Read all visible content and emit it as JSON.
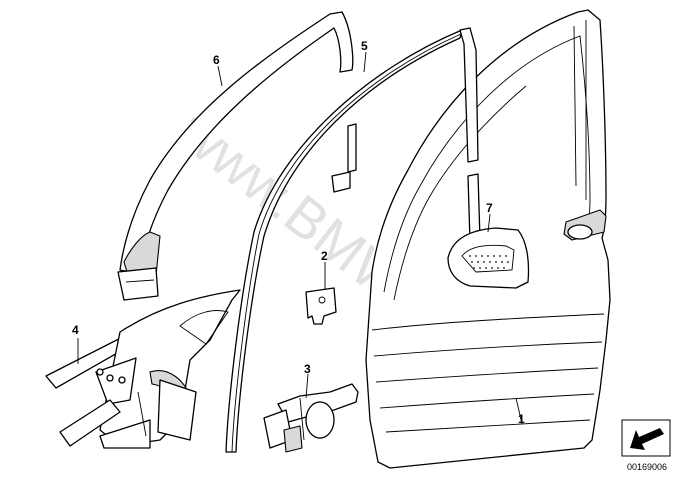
{
  "watermark": "www.BMWstore.pl",
  "callouts": [
    {
      "id": "1",
      "label": "1"
    },
    {
      "id": "2",
      "label": "2"
    },
    {
      "id": "3",
      "label": "3"
    },
    {
      "id": "4",
      "label": "4"
    },
    {
      "id": "5",
      "label": "5"
    },
    {
      "id": "6",
      "label": "6"
    },
    {
      "id": "7",
      "label": "7"
    }
  ],
  "document_number": "00169006",
  "direction_icon": "arrow-down-left-icon"
}
